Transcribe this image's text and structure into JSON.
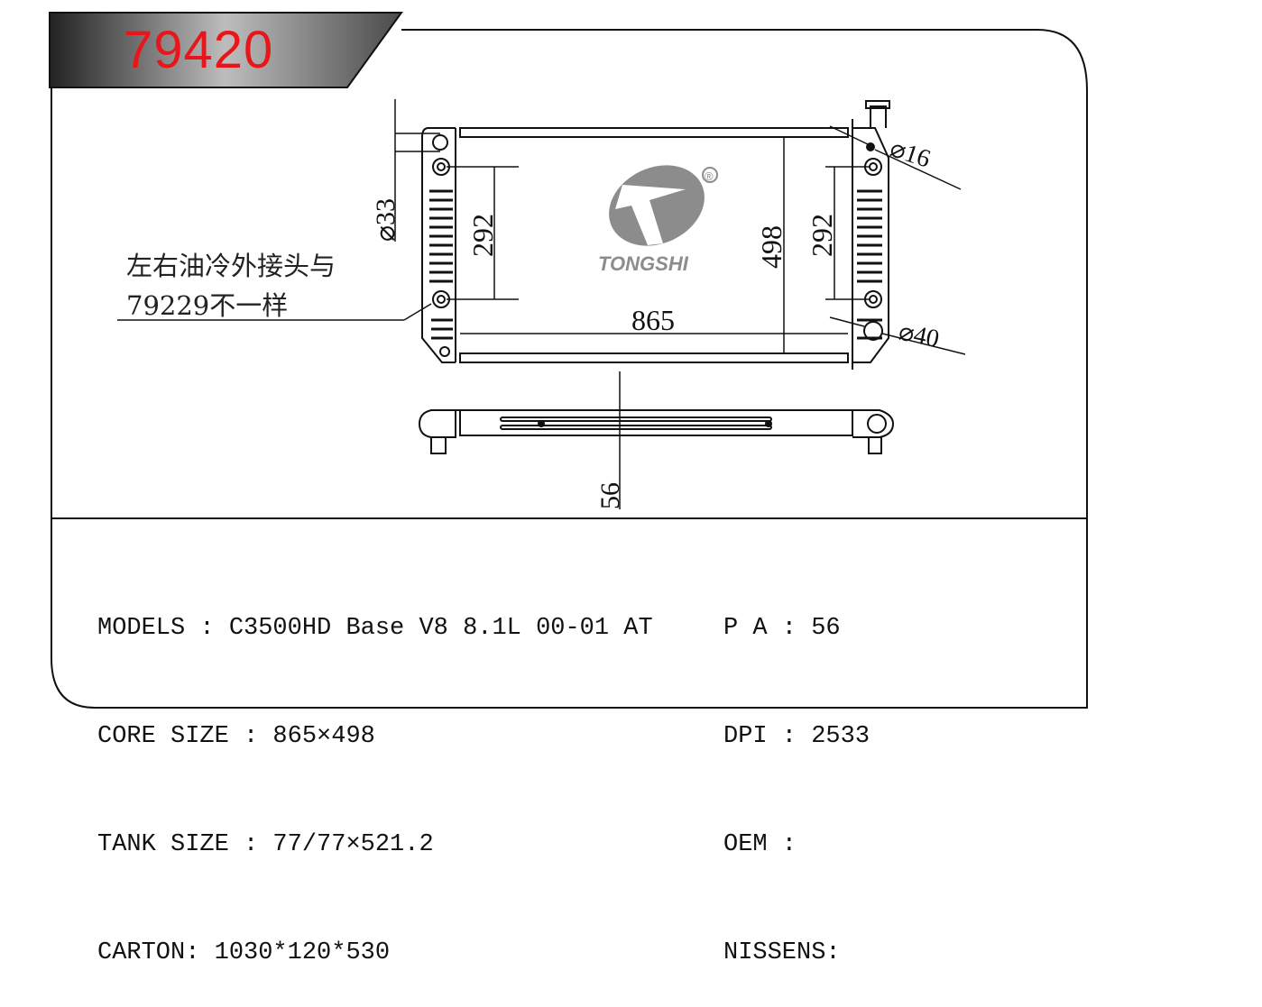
{
  "header": {
    "part_number": "79420"
  },
  "note": {
    "line1": "左右油冷外接头与",
    "line2": "79229不一样"
  },
  "dimensions": {
    "oil_fitting_diameter": "⌀33",
    "left_oil_spacing": "292",
    "right_oil_spacing": "292",
    "core_height": "498",
    "core_width": "865",
    "inlet_diameter": "⌀16",
    "outlet_diameter": "⌀40",
    "thickness": "56"
  },
  "logo": {
    "brand": "TONGSHI",
    "registered": "®"
  },
  "specs": {
    "left": [
      "MODELS : C3500HD Base V8 8.1L 00-01 AT",
      "CORE SIZE : 865×498",
      "TANK SIZE : 77/77×521.2",
      "CARTON: 1030*120*530"
    ],
    "right": [
      "P A : 56",
      "DPI : 2533",
      "OEM :",
      "NISSENS:"
    ]
  },
  "colors": {
    "title": "#e8161b",
    "banner": "#3a3a3a",
    "logo": "#8c8c8c"
  }
}
